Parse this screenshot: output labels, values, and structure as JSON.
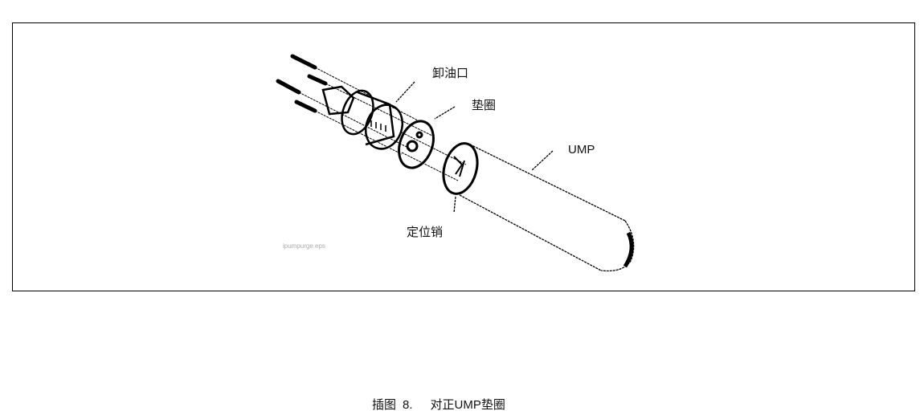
{
  "figure": {
    "labels": {
      "drain_port": "卸油口",
      "gasket": "垫圈",
      "ump": "UMP",
      "locating_pin": "定位销"
    },
    "watermark": "ipumpurge.eps"
  },
  "caption": {
    "prefix": "插图",
    "number": "8.",
    "title": "对正UMP垫圈"
  }
}
